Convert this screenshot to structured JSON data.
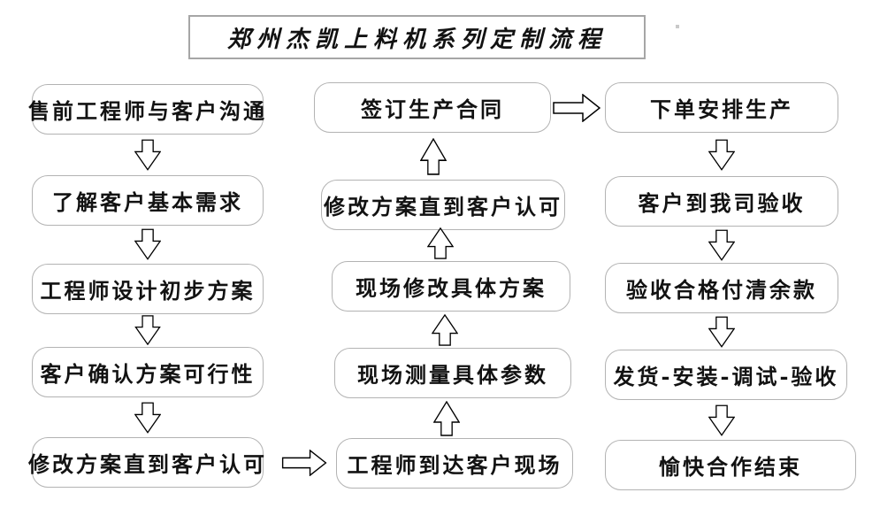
{
  "title": "郑州杰凯上料机系列定制流程",
  "columns": {
    "left": [
      "售前工程师与客户沟通",
      "了解客户基本需求",
      "工程师设计初步方案",
      "客户确认方案可行性",
      "修改方案直到客户认可"
    ],
    "middle": [
      "签订生产合同",
      "修改方案直到客户认可",
      "现场修改具体方案",
      "现场测量具体参数",
      "工程师到达客户现场"
    ],
    "right": [
      "下单安排生产",
      "客户到我司验收",
      "验收合格付清余款",
      "发货-安装-调试-验收",
      "愉快合作结束"
    ]
  },
  "colors": {
    "background": "#ffffff",
    "node_border": "#b3b3b3",
    "title_border": "#a6a6a6",
    "text": "#121212",
    "arrow_outline": "#000000",
    "arrow_fill": "#ffffff"
  }
}
